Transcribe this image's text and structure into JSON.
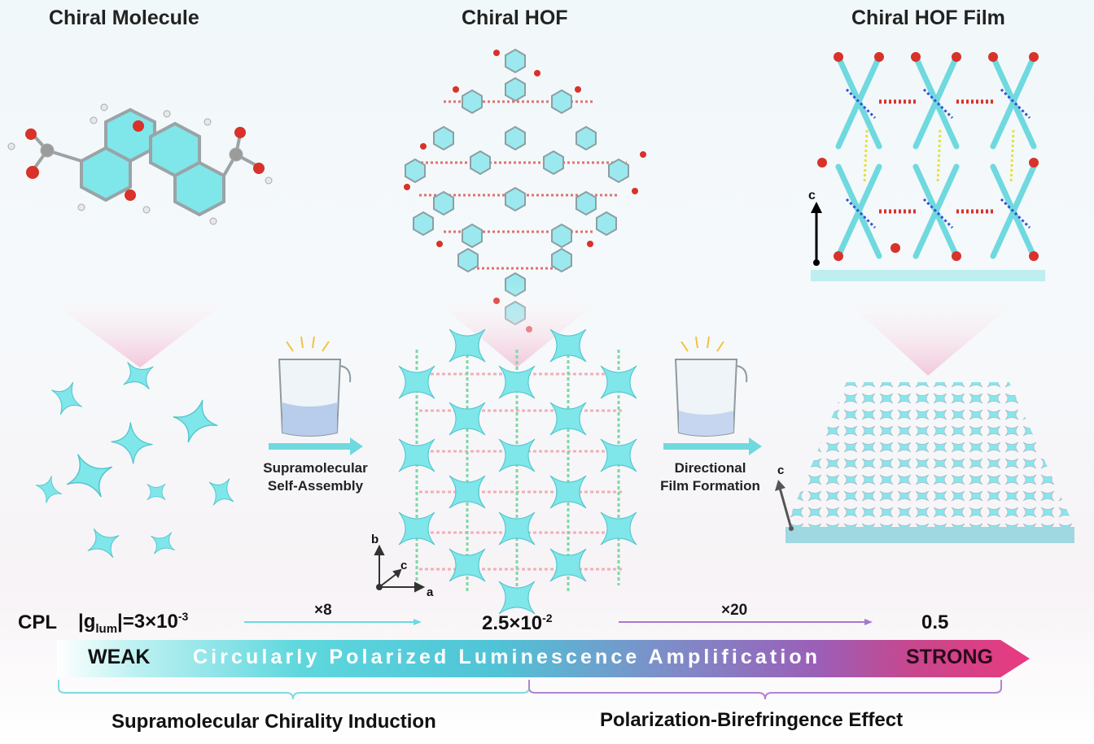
{
  "titles": {
    "molecule": "Chiral Molecule",
    "hof": "Chiral HOF",
    "film": "Chiral HOF  Film"
  },
  "steps": {
    "assembly_line1": "Supramolecular",
    "assembly_line2": "Self-Assembly",
    "film_line1": "Directional",
    "film_line2": "Film Formation"
  },
  "axes": {
    "a": "a",
    "b": "b",
    "c": "c",
    "film_c_top": "c",
    "film_c_bottom": "c"
  },
  "cpl": {
    "label": "CPL",
    "g_prefix": "|g",
    "g_sub": "lum",
    "g_mid": "|=3×10",
    "g_exp": "-3",
    "multiplier1": "×8",
    "value2_base": "2.5×10",
    "value2_exp": "-2",
    "multiplier2": "×20",
    "value3": "0.5"
  },
  "bar": {
    "weak": "WEAK",
    "text": "Circularly Polarized Luminescence Amplification",
    "strong": "STRONG"
  },
  "bottom": {
    "left": "Supramolecular Chirality Induction",
    "right": "Polarization-Birefringence Effect"
  },
  "colors": {
    "cyan": "#6fe0e6",
    "oxygen": "#d8322a",
    "hbond": "#e0716f",
    "arrow1": "#67dbe2",
    "arrow2": "#a678cc"
  }
}
